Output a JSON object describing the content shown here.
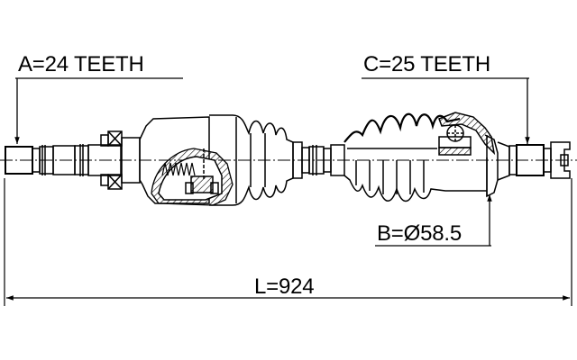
{
  "drawing": {
    "subject": "drive-shaft-assembly",
    "line_color": "#000000",
    "background": "#ffffff"
  },
  "dimensions": {
    "a_label": "A=24 TEETH",
    "c_label": "C=25 TEETH",
    "b_label": "B=Ø58.5",
    "l_label": "L=924"
  }
}
